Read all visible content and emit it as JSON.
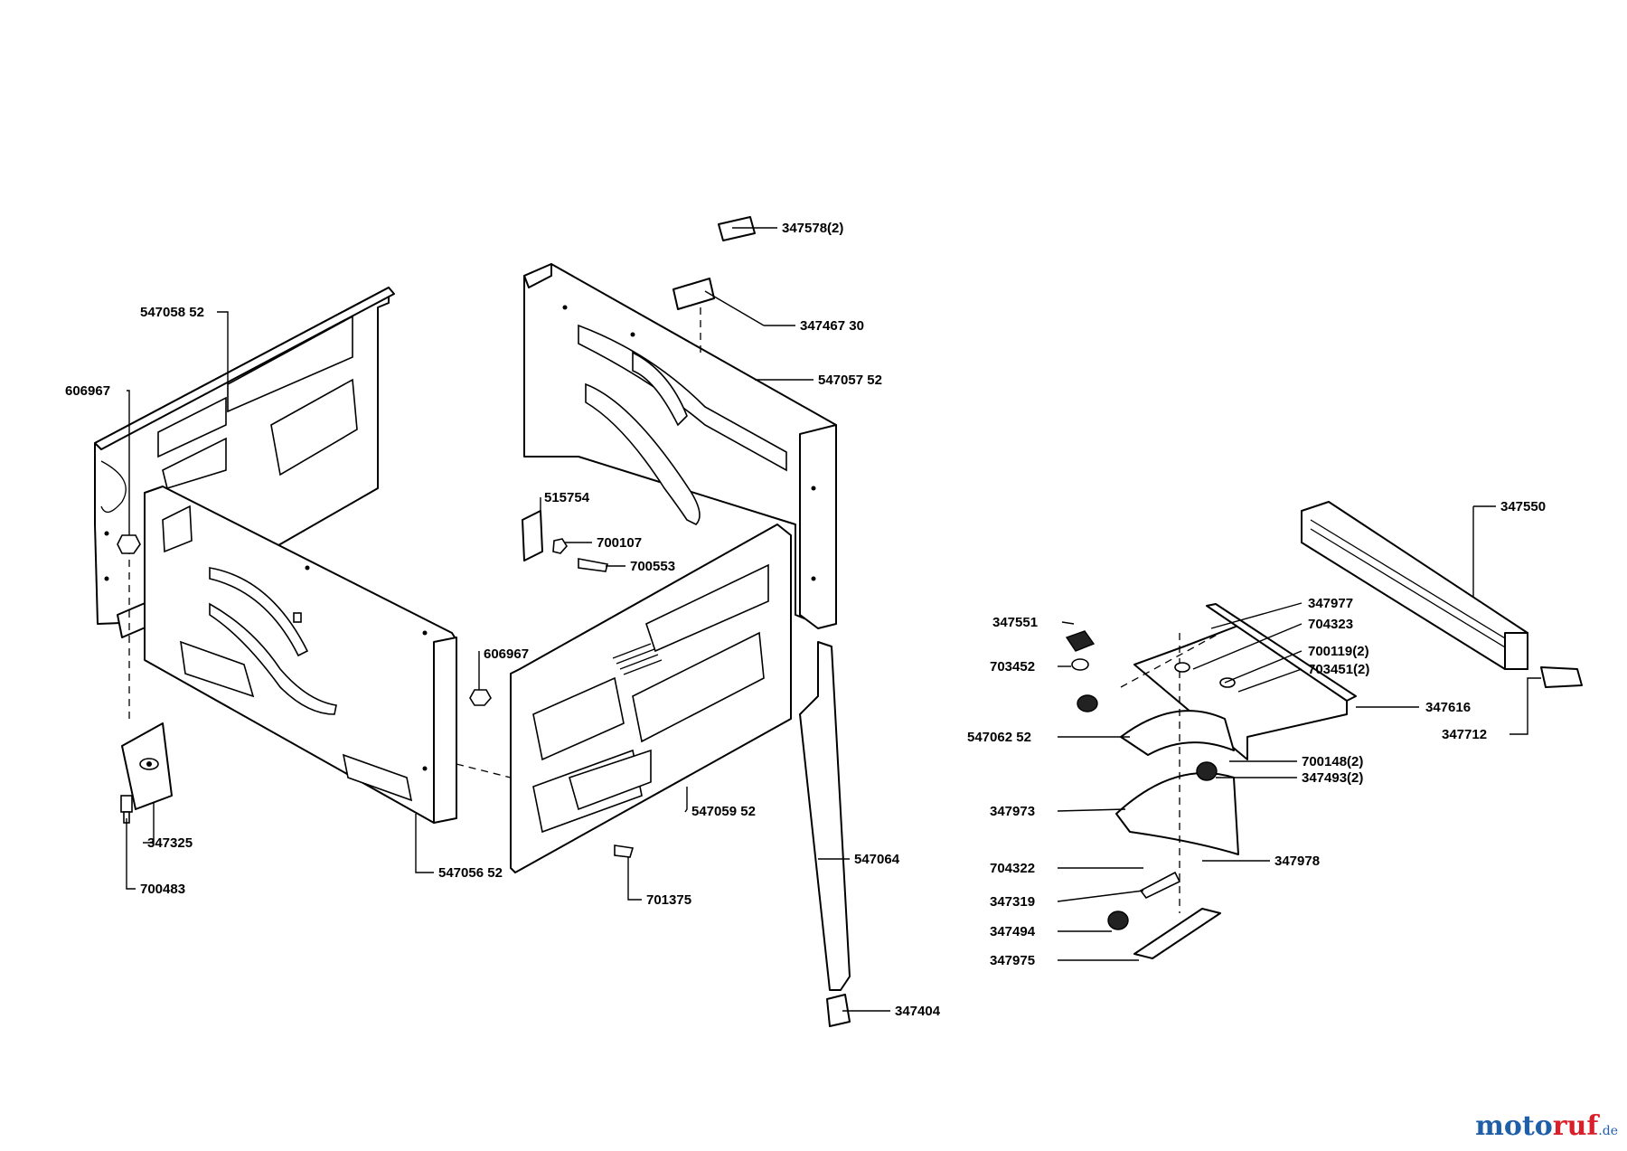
{
  "parts": [
    {
      "id": "p347578",
      "label": "347578(2)"
    },
    {
      "id": "p34746730",
      "label": "347467 30"
    },
    {
      "id": "p54705852",
      "label": "547058 52"
    },
    {
      "id": "p54705752",
      "label": "547057 52"
    },
    {
      "id": "p606967a",
      "label": "606967"
    },
    {
      "id": "p515754",
      "label": "515754"
    },
    {
      "id": "p700107",
      "label": "700107"
    },
    {
      "id": "p700553",
      "label": "700553"
    },
    {
      "id": "p347550",
      "label": "347550"
    },
    {
      "id": "p347977",
      "label": "347977"
    },
    {
      "id": "p347551",
      "label": "347551"
    },
    {
      "id": "p704323",
      "label": "704323"
    },
    {
      "id": "p700119",
      "label": "700119(2)"
    },
    {
      "id": "p606967b",
      "label": "606967"
    },
    {
      "id": "p703452",
      "label": "703452"
    },
    {
      "id": "p703451",
      "label": "703451(2)"
    },
    {
      "id": "p347616",
      "label": "347616"
    },
    {
      "id": "p347712",
      "label": "347712"
    },
    {
      "id": "p54706252",
      "label": "547062 52"
    },
    {
      "id": "p700148",
      "label": "700148(2)"
    },
    {
      "id": "p347493",
      "label": "347493(2)"
    },
    {
      "id": "p347973",
      "label": "347973"
    },
    {
      "id": "p54705952",
      "label": "547059 52"
    },
    {
      "id": "p347325",
      "label": "347325"
    },
    {
      "id": "p547064",
      "label": "547064"
    },
    {
      "id": "p347978",
      "label": "347978"
    },
    {
      "id": "p704322",
      "label": "704322"
    },
    {
      "id": "p54705652",
      "label": "547056 52"
    },
    {
      "id": "p700483",
      "label": "700483"
    },
    {
      "id": "p701375",
      "label": "701375"
    },
    {
      "id": "p347319",
      "label": "347319"
    },
    {
      "id": "p347494",
      "label": "347494"
    },
    {
      "id": "p347975",
      "label": "347975"
    },
    {
      "id": "p347404",
      "label": "347404"
    }
  ],
  "watermark": {
    "brand_a": "moto",
    "brand_b": "ruf",
    "suffix": ".de"
  },
  "colors": {
    "brand_blue": "#1f5fa8",
    "brand_red": "#d9202a"
  }
}
